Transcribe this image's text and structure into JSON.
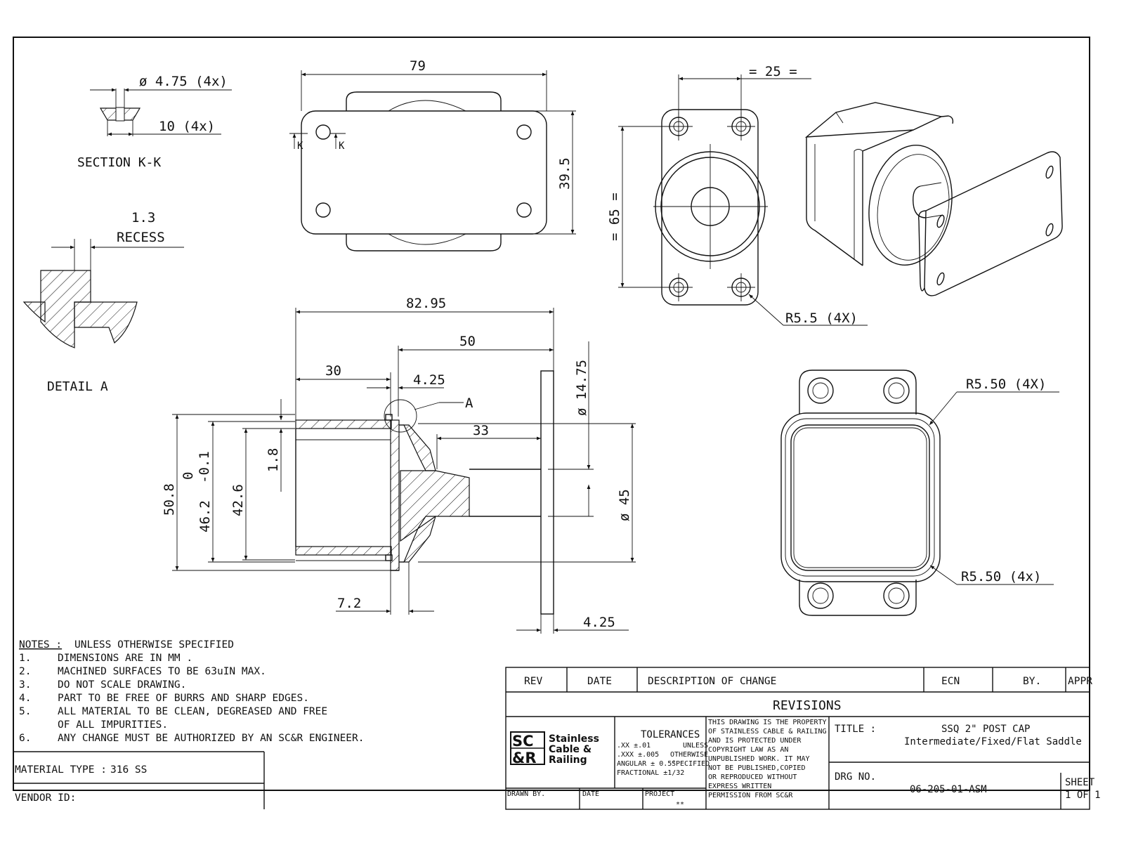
{
  "dimensions": {
    "d79": "79",
    "d39_5": "39.5",
    "d25": "= 25   =",
    "d65": "= 65   =",
    "r5_5": "R5.5   (4X)",
    "r5_50a": "R5.50   (4X)",
    "r5_50b": "R5.50   (4x)",
    "d82_95": "82.95",
    "d50": "50",
    "d30": "30",
    "d4_25a": "4.25",
    "d33": "33",
    "d14_75": "ø 14.75",
    "d45": "ø 45",
    "d50_8": "50.8",
    "tol_top": "0",
    "tol_bot": "-0.1",
    "d46_2": "46.2",
    "d42_6": "42.6",
    "d1_8": "1.8",
    "d7_2": "7.2",
    "d4_25b": "4.25",
    "hole_dia": "ø 4.75   (4x)",
    "cbore": "10   (4x)",
    "recess_val": "1.3",
    "recess_lbl": "RECESS",
    "sec_k": "K",
    "detail_a_callout": "A"
  },
  "views": {
    "section_kk": "SECTION K-K",
    "detail_a": "DETAIL A"
  },
  "notes": {
    "heading": "NOTES :",
    "heading_rest": "UNLESS OTHERWISE SPECIFIED",
    "items": [
      {
        "num": "1.",
        "text": "DIMENSIONS ARE IN MM ."
      },
      {
        "num": "2.",
        "text": "MACHINED SURFACES TO BE 63uIN MAX."
      },
      {
        "num": "3.",
        "text": "DO NOT SCALE DRAWING."
      },
      {
        "num": "4.",
        "text": "PART TO BE FREE OF BURRS AND SHARP EDGES."
      },
      {
        "num": "5.",
        "text": "ALL MATERIAL TO BE CLEAN, DEGREASED AND FREE"
      },
      {
        "num": "",
        "text": "OF ALL IMPURITIES."
      },
      {
        "num": "6.",
        "text": "ANY CHANGE MUST BE AUTHORIZED BY AN SC&R ENGINEER."
      }
    ]
  },
  "material": {
    "label": "MATERIAL TYPE :",
    "value": "316 SS"
  },
  "vendor": {
    "label": "VENDOR ID:"
  },
  "revisions": {
    "headers": {
      "rev": "REV",
      "date": "DATE",
      "desc": "DESCRIPTION OF CHANGE",
      "ecn": "ECN",
      "by": "BY.",
      "appr": "APPR"
    },
    "title": "REVISIONS"
  },
  "logo": {
    "mark_top": "SC",
    "mark_bot": "&R",
    "line1": "Stainless",
    "line2": "Cable &",
    "line3": "Railing"
  },
  "tolerances": {
    "title": "TOLERANCES",
    "r1a": ".XX ±.01",
    "r1b": "UNLESS",
    "r2a": ".XXX ±.005",
    "r2b": "OTHERWISE",
    "r3a": "ANGULAR   ± 0.5°",
    "r3b": "SPECIFIED",
    "r4a": "FRACTIONAL   ±1/32"
  },
  "copyright": [
    "THIS DRAWING IS THE PROPERTY",
    "OF STAINLESS CABLE & RAILING",
    "AND IS PROTECTED UNDER",
    "COPYRIGHT LAW AS AN",
    "UNPUBLISHED WORK. IT MAY",
    "NOT BE PUBLISHED,COPIED",
    "OR REPRODUCED WITHOUT",
    "EXPRESS WRITTEN",
    "PERMISSION FROM SC&R"
  ],
  "titleblock": {
    "drawn_by": "DRAWN BY.",
    "date": "DATE",
    "project": "PROJECT",
    "project_val": "**",
    "title_label": "TITLE :",
    "title_line1": "SSQ 2\" POST CAP",
    "title_line2": "Intermediate/Fixed/Flat Saddle",
    "drg_label": "DRG NO.",
    "drg_value": "06-205-01-ASM",
    "sheet_label": "SHEET",
    "sheet_value": "1 OF 1"
  }
}
